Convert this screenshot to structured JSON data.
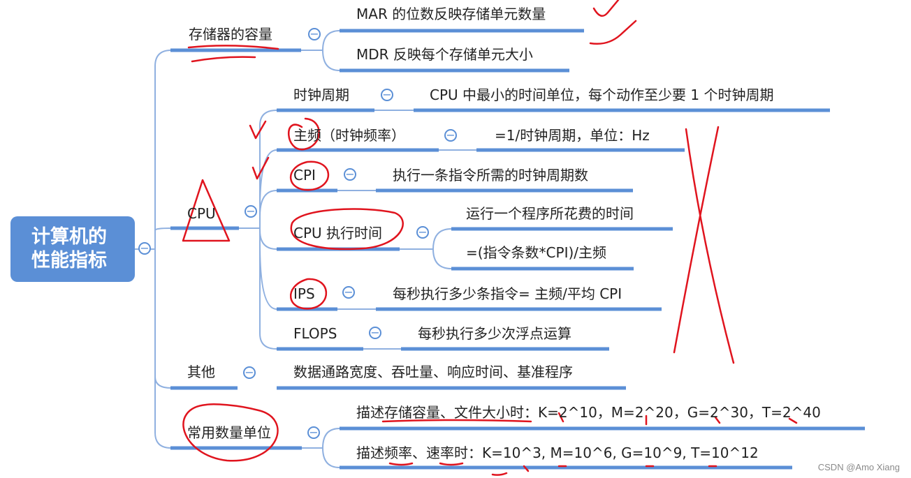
{
  "root": {
    "label": "计算机的\n性能指标"
  },
  "branches": [
    {
      "label": "存储器的容量",
      "children": [
        {
          "label": "MAR 的位数反映存储单元数量"
        },
        {
          "label": "MDR 反映每个存储单元大小"
        }
      ]
    },
    {
      "label": "CPU",
      "children": [
        {
          "label": "时钟周期",
          "detail": "CPU 中最小的时间单位，每个动作至少要 1 个时钟周期"
        },
        {
          "label": "主频（时钟频率）",
          "detail": "=1/时钟周期，单位：Hz"
        },
        {
          "label": "CPI",
          "detail": "执行一条指令所需的时钟周期数"
        },
        {
          "label": "CPU 执行时间",
          "details": [
            "运行一个程序所花费的时间",
            "=(指令条数*CPI)/主频"
          ]
        },
        {
          "label": "IPS",
          "detail": "每秒执行多少条指令= 主频/平均 CPI"
        },
        {
          "label": "FLOPS",
          "detail": "每秒执行多少次浮点运算"
        }
      ]
    },
    {
      "label": "其他",
      "children": [
        {
          "label": "数据通路宽度、吞吐量、响应时间、基准程序"
        }
      ]
    },
    {
      "label": "常用数量单位",
      "children": [
        {
          "label": "描述存储容量、文件大小时：K=2^10，M=2^20，G=2^30，T=2^40"
        },
        {
          "label": "描述频率、速率时：K=10^3, M=10^6, G=10^9, T=10^12"
        }
      ]
    }
  ],
  "collapse_symbol": "−",
  "watermark": "CSDN @Amo Xiang",
  "colors": {
    "branch": "#5b8fd6",
    "connector": "#8fb0e0",
    "root_text": "#ffffff",
    "annotation": "#e0141e"
  }
}
